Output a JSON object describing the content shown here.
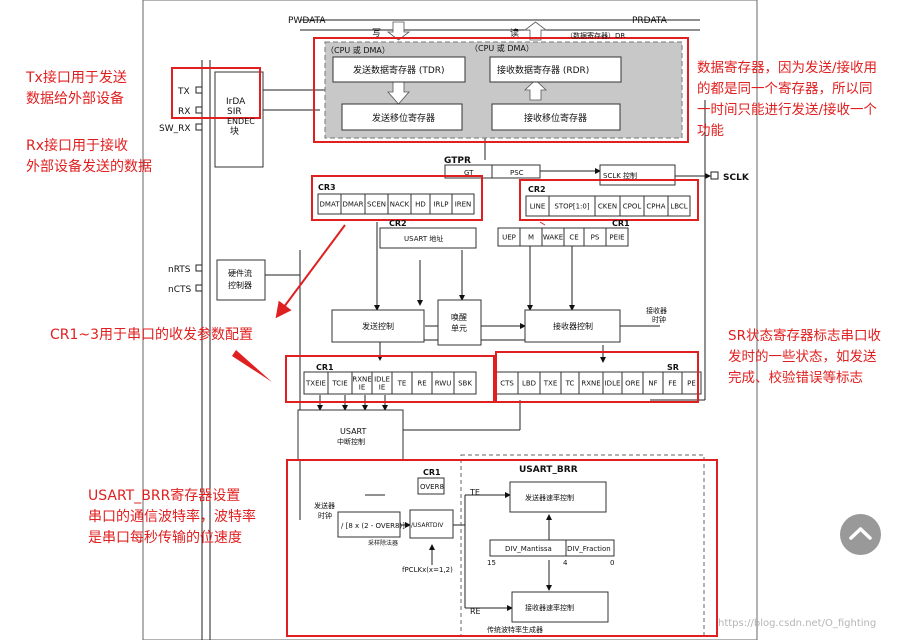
{
  "bus": {
    "pwdata": "PWDATA",
    "prdata": "PRDATA",
    "write": "写",
    "read": "读",
    "data_reg_dr": "（数据寄存器）DR",
    "cpu_dma_1": "（CPU 或 DMA）",
    "cpu_dma_2": "（CPU 或 DMA）"
  },
  "data_regs": {
    "tdr": "发送数据寄存器 (TDR)",
    "rdr": "接收数据寄存器 (RDR)",
    "tx_shift": "发送移位寄存器",
    "rx_shift": "接收移位寄存器"
  },
  "pins": {
    "tx": "TX",
    "rx": "RX",
    "sw_rx": "SW_RX",
    "nrts": "nRTS",
    "ncts": "nCTS",
    "sclk": "SCLK"
  },
  "blocks": {
    "irda_1": "IrDA",
    "irda_2": "SIR",
    "irda_3": "ENDEC",
    "irda_4": "块",
    "gtpr": "GTPR",
    "gt": "GT",
    "psc": "PSC",
    "sclk_ctrl": "SCLK 控制",
    "usart_addr": "USART 地址",
    "hw_flow_1": "硬件流",
    "hw_flow_2": "控制器",
    "tx_ctrl": "发送控制",
    "wakeup_1": "唤醒",
    "wakeup_2": "单元",
    "rx_ctrl": "接收器控制",
    "rx_clock_1": "接收器",
    "rx_clock_2": "时钟",
    "irq_1": "USART",
    "irq_2": "中断控制",
    "tx_clock_1": "发送器",
    "tx_clock_2": "时钟",
    "oversample_formula": "/ [8 x (2 - OVER8)]",
    "oversample_label": "采样除法器",
    "usartdiv": "/USARTDIV",
    "fpclk": "fPCLKx(x=1,2)",
    "brr_title": "USART_BRR",
    "te": "TE",
    "re": "RE",
    "tx_baud": "发送器速率控制",
    "rx_baud": "接收器速率控制",
    "div_mantissa": "DIV_Mantissa",
    "div_fraction": "DIV_Fraction",
    "bit15": "15",
    "bit4": "4",
    "bit0": "0",
    "baud_gen": "传统波特率生成器"
  },
  "registers": {
    "cr3_title": "CR3",
    "cr3_bits": [
      "DMAT",
      "DMAR",
      "SCEN",
      "NACK",
      "HD",
      "IRLP",
      "IREN"
    ],
    "cr2_title": "CR2",
    "cr2_bits": [
      "LINE",
      "STOP[1:0]",
      "CKEN",
      "CPOL",
      "CPHA",
      "LBCL"
    ],
    "cr2_label": "CR2",
    "cr1_label": "CR1",
    "cr1_top_bits": [
      "UEP",
      "M",
      "WAKE",
      "CE",
      "PS",
      "PEIE"
    ],
    "cr1_title": "CR1",
    "cr1_bits": [
      "TXEIE",
      "TCIE",
      "RXNE IE",
      "IDLE IE",
      "TE",
      "RE",
      "RWU",
      "SBK"
    ],
    "sr_title": "SR",
    "sr_bits": [
      "CTS",
      "LBD",
      "TXE",
      "TC",
      "RXNE",
      "IDLE",
      "ORE",
      "NF",
      "FE",
      "PE"
    ],
    "cr1_over8_title": "CR1",
    "over8": "OVER8"
  },
  "annotations": {
    "tx_1": "Tx接口用于发送",
    "tx_2": "数据给外部设备",
    "rx_1": "Rx接口用于接收",
    "rx_2": "外部设备发送的数据",
    "dr_1": "数据寄存器，因为发送/接收用",
    "dr_2": "的都是同一个寄存器，所以同",
    "dr_3": "一时间只能进行发送/接收一个",
    "dr_4": "功能",
    "cr_1": "CR1~3用于串口的收发参数配置",
    "sr_1": "SR状态寄存器标志串口收",
    "sr_2": "发时的一些状态，如发送",
    "sr_3": "完成、校验错误等标志",
    "brr_1": "USART_BRR寄存器设置",
    "brr_2": "串口的通信波特率，波特率",
    "brr_3": "是串口每秒传输的位速度"
  },
  "watermark": "https://blog.csdn.net/O_fighting",
  "colors": {
    "annotation": "#e02020",
    "highlight": "#e02020",
    "dr_panel": "#c8c8c8"
  }
}
